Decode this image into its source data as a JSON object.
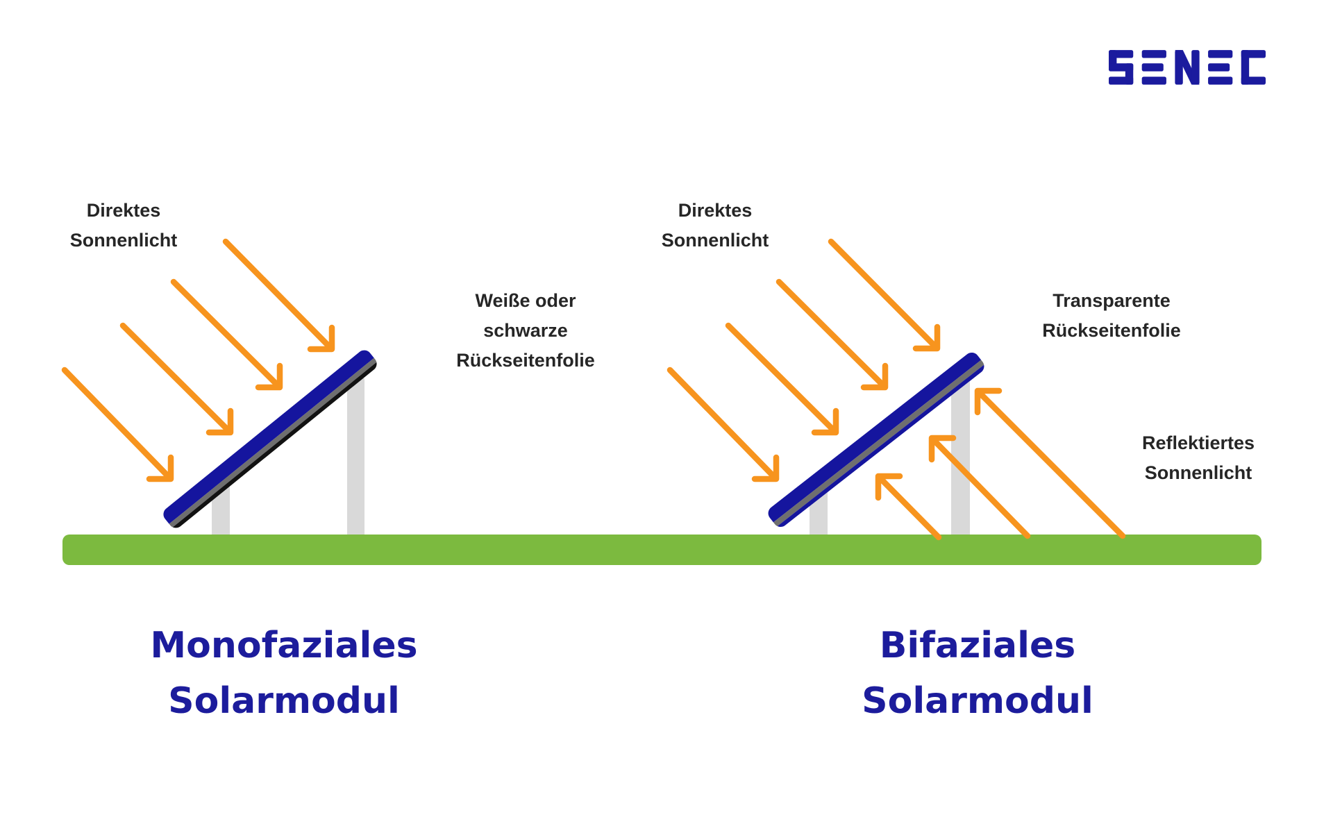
{
  "brand": {
    "logo_text": "SENEC"
  },
  "colors": {
    "background": "#ffffff",
    "brand_blue": "#1b1b9e",
    "title_blue": "#1c1c9c",
    "label_text": "#262626",
    "arrow_orange": "#f7941e",
    "ground_green": "#7cba3f",
    "panel_blue": "#15159e",
    "panel_gray": "#6f6f6f",
    "panel_black": "#121212",
    "post_gray": "#d9d9d9"
  },
  "labels": {
    "mono_direct": {
      "lines": [
        "Direktes",
        "Sonnenlicht"
      ]
    },
    "mono_backsheet": {
      "lines": [
        "Weiße oder",
        "schwarze",
        "Rückseitenfolie"
      ]
    },
    "bifacial_direct": {
      "lines": [
        "Direktes",
        "Sonnenlicht"
      ]
    },
    "bifacial_backsheet": {
      "lines": [
        "Transparente",
        "Rückseitenfolie"
      ]
    },
    "bifacial_reflected": {
      "lines": [
        "Reflektiertes",
        "Sonnenlicht"
      ]
    }
  },
  "titles": {
    "mono": {
      "lines": [
        "Monofaziales",
        "Solarmodul"
      ]
    },
    "bifacial": {
      "lines": [
        "Bifaziales",
        "Solarmodul"
      ]
    }
  },
  "diagram": {
    "mono_direct_arrows": [
      [
        325,
        348,
        478,
        503
      ],
      [
        250,
        406,
        403,
        558
      ],
      [
        177,
        469,
        332,
        623
      ],
      [
        93,
        533,
        246,
        690
      ]
    ],
    "bifacial_direct_arrows": [
      [
        1197,
        348,
        1350,
        502
      ],
      [
        1122,
        406,
        1275,
        558
      ],
      [
        1049,
        469,
        1204,
        623
      ],
      [
        965,
        533,
        1118,
        690
      ]
    ],
    "reflected_arrows": [
      [
        1617,
        772,
        1408,
        563
      ],
      [
        1480,
        772,
        1342,
        631
      ],
      [
        1352,
        774,
        1265,
        686
      ]
    ]
  }
}
